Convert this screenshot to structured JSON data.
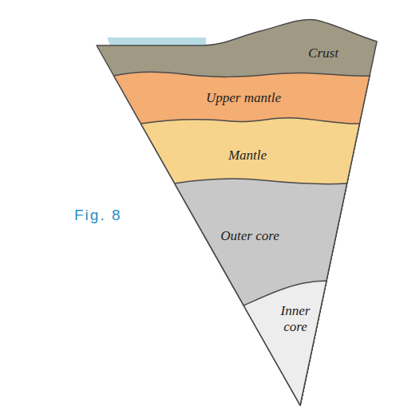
{
  "diagram": {
    "nodes": [
      {
        "text": [
          "Crust"
        ]
      },
      {
        "text": [
          "Upper mantle"
        ]
      },
      {
        "text": [
          "Mantle"
        ]
      },
      {
        "text": [
          "Outer core"
        ]
      },
      {
        "text": [
          "Inner core"
        ]
      }
    ],
    "labels": [
      "Fig. 8"
    ]
  }
}
